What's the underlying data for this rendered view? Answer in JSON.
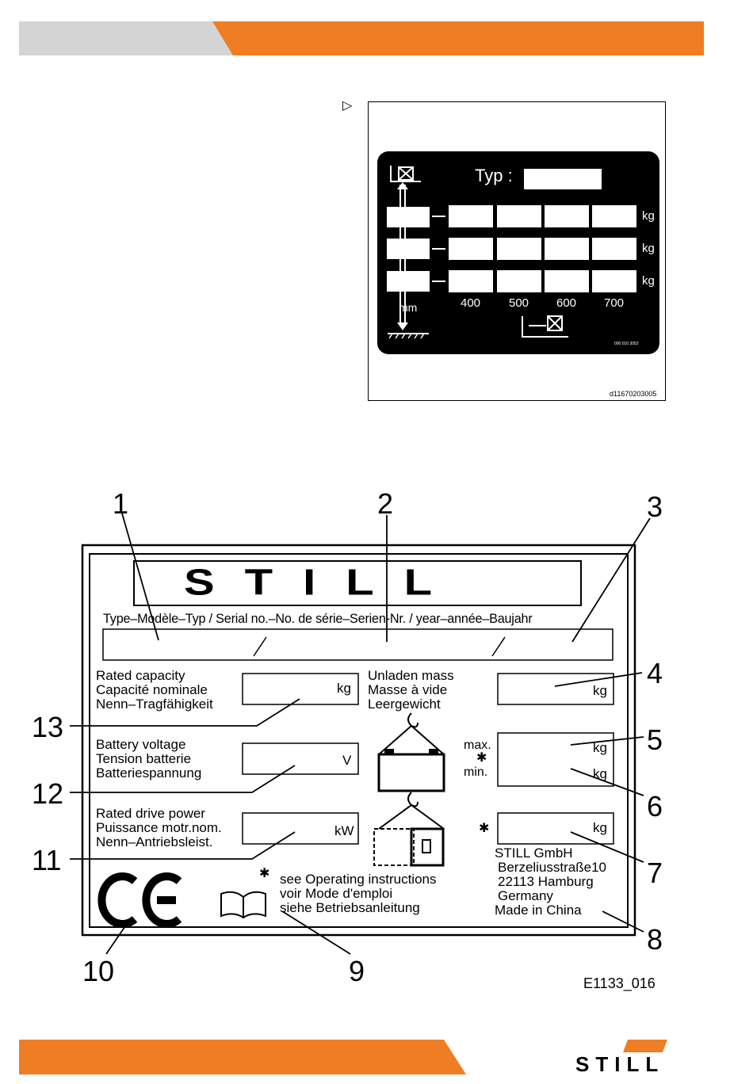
{
  "top_note_marker": "▷",
  "label_plate": {
    "type_label": "Typ :",
    "kg": "kg",
    "mm": "mm",
    "distances": [
      "400",
      "500",
      "600",
      "700"
    ],
    "small_code": "000 010 3052",
    "figure_id": "d11670203005"
  },
  "plate": {
    "logo": "STILL",
    "header": "Type–Modèle–Typ / Serial no.–No. de série–Serien-Nr. / year–année–Baujahr",
    "rated_capacity": [
      "Rated capacity",
      "Capacité nominale",
      "Nenn–Tragfähigkeit"
    ],
    "unladen_mass": [
      "Unladen mass",
      "Masse à vide",
      "Leergewicht"
    ],
    "battery_voltage": [
      "Battery voltage",
      "Tension batterie",
      "Batteriespannung"
    ],
    "rated_drive_power": [
      "Rated drive power",
      "Puissance motr.nom.",
      "Nenn–Antriebsleist."
    ],
    "unit_kg": "kg",
    "unit_v": "V",
    "unit_kw": "kW",
    "max": "max.",
    "min": "min.",
    "asterisk": "✱",
    "instructions": [
      "see Operating instructions",
      "voir Mode d'emploi",
      "siehe Betriebsanleitung"
    ],
    "address": [
      "STILL GmbH",
      "Berzeliusstraße10",
      "22113 Hamburg",
      "Germany",
      "Made in China"
    ]
  },
  "callouts": [
    "1",
    "2",
    "3",
    "4",
    "5",
    "6",
    "7",
    "8",
    "9",
    "10",
    "11",
    "12",
    "13"
  ],
  "figure_code": "E1133_016",
  "footer_logo": "STILL",
  "colors": {
    "orange": "#ef7d23",
    "gray": "#d4d4d4"
  }
}
